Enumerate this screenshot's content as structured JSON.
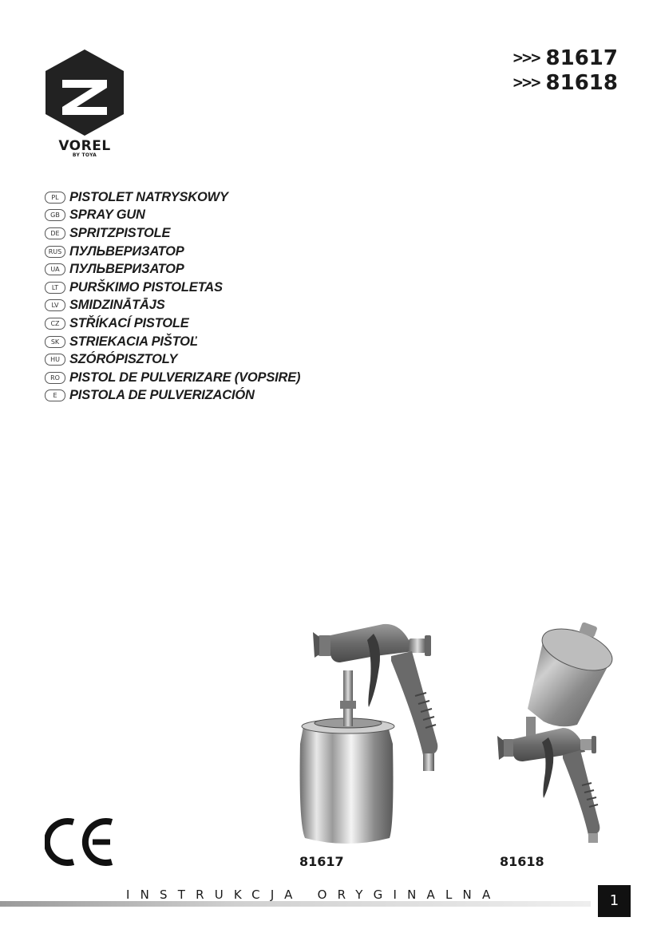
{
  "brand": {
    "name": "VOREL",
    "subtitle": "BY TOYA",
    "logo_icon": "vorel-hexagon-logo"
  },
  "models": [
    {
      "chevron": ">>>",
      "code": "81617"
    },
    {
      "chevron": ">>>",
      "code": "81618"
    }
  ],
  "languages": [
    {
      "code": "PL",
      "title": "PISTOLET NATRYSKOWY"
    },
    {
      "code": "GB",
      "title": "SPRAY GUN"
    },
    {
      "code": "DE",
      "title": "SPRITZPISTOLE"
    },
    {
      "code": "RUS",
      "title": "ПУЛЬВЕРИЗАТОР"
    },
    {
      "code": "UA",
      "title": "ПУЛЬВЕРИЗАТОР"
    },
    {
      "code": "LT",
      "title": "PURŠKIMO PISTOLETAS"
    },
    {
      "code": "LV",
      "title": "SMIDZINĀTĀJS"
    },
    {
      "code": "CZ",
      "title": "STŘÍKACÍ PISTOLE"
    },
    {
      "code": "SK",
      "title": "STRIEKACIA PIŠTOĽ"
    },
    {
      "code": "HU",
      "title": "SZÓRÓPISZTOLY"
    },
    {
      "code": "RO",
      "title": "PISTOL DE PULVERIZARE (VOPSIRE)"
    },
    {
      "code": "E",
      "title": "PISTOLA DE PULVERIZACIÓN"
    }
  ],
  "products": [
    {
      "caption": "81617",
      "image": "suction-feed-spray-gun"
    },
    {
      "caption": "81618",
      "image": "gravity-feed-spray-gun"
    }
  ],
  "ce_mark": "CE",
  "footer": {
    "label": "INSTRUKCJA ORYGINALNA",
    "page": "1"
  }
}
